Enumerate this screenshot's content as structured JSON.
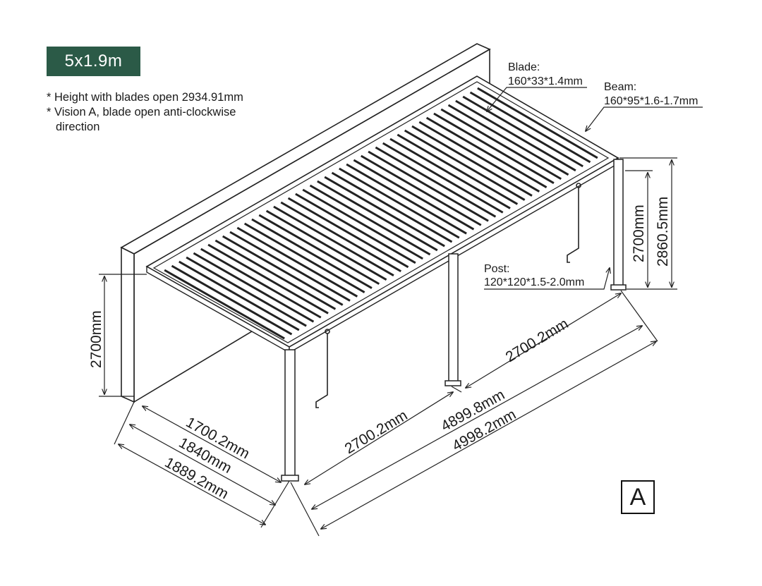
{
  "badge": {
    "label": "5x1.9m",
    "color": "#2b5a47"
  },
  "notes": {
    "line1": "* Height with blades open 2934.91mm",
    "line2": "* Vision A, blade open anti-clockwise",
    "line3": "direction"
  },
  "callouts": {
    "blade_title": "Blade:",
    "blade_spec": "160*33*1.4mm",
    "beam_title": "Beam:",
    "beam_spec": "160*95*1.6-1.7mm",
    "post_title": "Post:",
    "post_spec": "120*120*1.5-2.0mm"
  },
  "dimensions": {
    "left_height": "2700mm",
    "right_height_inner": "2700mm",
    "right_height_outer": "2860.5mm",
    "depth_1": "1700.2mm",
    "depth_2": "1840mm",
    "depth_3": "1889.2mm",
    "span_front": "2700.2mm",
    "span_back": "2700.2mm",
    "length_1": "4899.8mm",
    "length_2": "4998.2mm"
  },
  "view_mark": "A"
}
